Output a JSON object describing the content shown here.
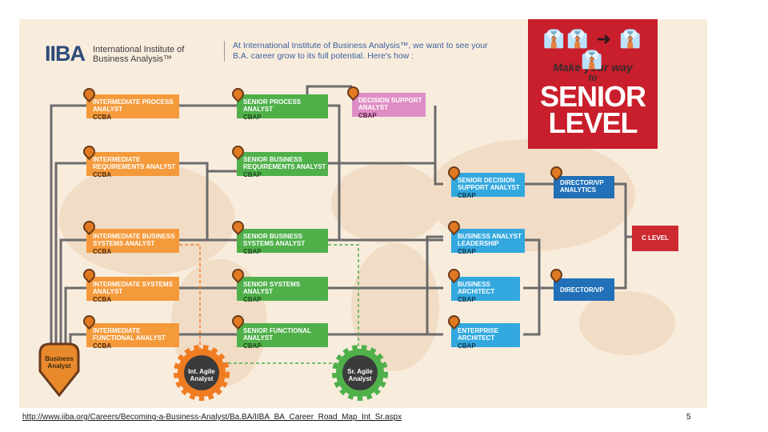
{
  "header": {
    "logo_mark": "IIBA",
    "logo_name": "International Institute of Business Analysis™",
    "tagline": "At International Institute of Business Analysis™, we want to see your B.A. career grow to its full potential. Here's how :"
  },
  "ribbon": {
    "line1": "Make your way",
    "line2": "to",
    "line3": "SENIOR",
    "line4": "LEVEL"
  },
  "nodes": [
    {
      "id": "int-process",
      "title": "Intermediate Process Analyst",
      "cert": "CCBA",
      "color": "#f49a3b"
    },
    {
      "id": "int-requirements",
      "title": "Intermediate Requirements Analyst",
      "cert": "CCBA",
      "color": "#f49a3b"
    },
    {
      "id": "int-bus-systems",
      "title": "Intermediate Business Systems Analyst",
      "cert": "CCBA",
      "color": "#f49a3b"
    },
    {
      "id": "int-systems",
      "title": "Intermediate Systems Analyst",
      "cert": "CCBA",
      "color": "#f49a3b"
    },
    {
      "id": "int-functional",
      "title": "Intermediate Functional Analyst",
      "cert": "CCBA",
      "color": "#f49a3b"
    },
    {
      "id": "sr-process",
      "title": "Senior Process Analyst",
      "cert": "CBAP",
      "color": "#4fb04a"
    },
    {
      "id": "sr-requirements",
      "title": "Senior Business Requirements Analyst",
      "cert": "CBAP",
      "color": "#4fb04a"
    },
    {
      "id": "sr-bus-systems",
      "title": "Senior Business Systems Analyst",
      "cert": "CBAP",
      "color": "#4fb04a"
    },
    {
      "id": "sr-systems",
      "title": "Senior Systems Analyst",
      "cert": "CBAP",
      "color": "#4fb04a"
    },
    {
      "id": "sr-functional",
      "title": "Senior Functional Analyst",
      "cert": "CBAP",
      "color": "#4fb04a"
    },
    {
      "id": "decision-support",
      "title": "Decision Support Analyst",
      "cert": "CBAP",
      "color": "#df8ec5"
    },
    {
      "id": "sr-decision-support",
      "title": "Senior Decision Support Analyst",
      "cert": "CBAP",
      "color": "#33a8df"
    },
    {
      "id": "ba-leadership",
      "title": "Business Analyst Leadership",
      "cert": "CBAP",
      "color": "#33a8df"
    },
    {
      "id": "bus-architect",
      "title": "Business Architect",
      "cert": "CBAP",
      "color": "#33a8df"
    },
    {
      "id": "ent-architect",
      "title": "Enterprise Architect",
      "cert": "CBAP",
      "color": "#33a8df"
    },
    {
      "id": "director-analytics",
      "title": "Director/VP Analytics",
      "cert": "",
      "color": "#2170b8"
    },
    {
      "id": "director-vp",
      "title": "Director/VP",
      "cert": "",
      "color": "#2170b8"
    },
    {
      "id": "c-level",
      "title": "C Level",
      "cert": "",
      "color": "#cd2a31"
    }
  ],
  "start": {
    "label": "Business Analyst"
  },
  "gears": [
    {
      "label": "Int. Agile Analyst",
      "color": "#f07c22"
    },
    {
      "label": "Sr. Agile Analyst",
      "color": "#4fb04a"
    }
  ],
  "footer": {
    "url": "http://www.iiba.org/Careers/Becoming-a-Business-Analyst/Ba.BA/IIBA_BA_Career_Road_Map_Int_Sr.aspx",
    "page": "5"
  }
}
